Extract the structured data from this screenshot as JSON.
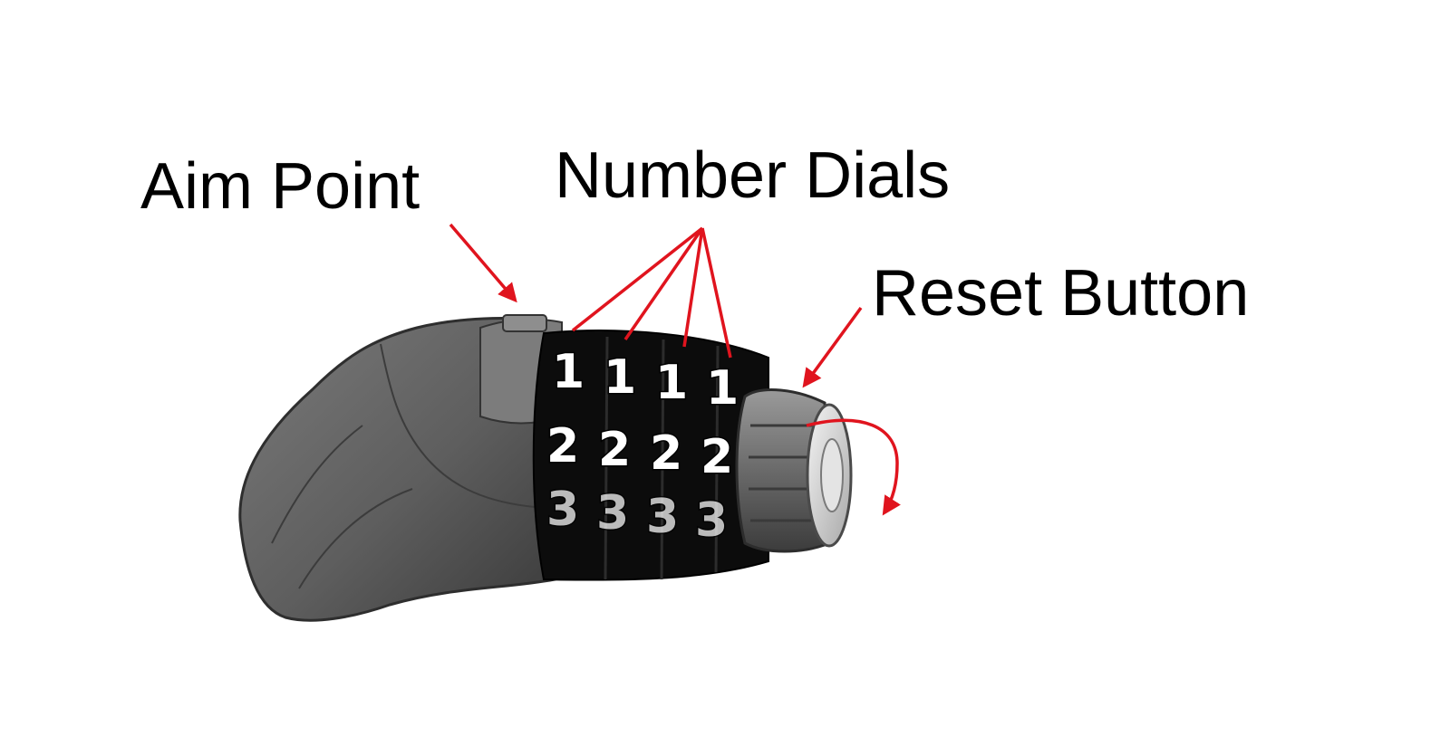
{
  "labels": {
    "aim_point": "Aim Point",
    "number_dials": "Number Dials",
    "reset_button": "Reset Button"
  },
  "dials": [
    {
      "top": "1",
      "middle": "2",
      "bottom": "3"
    },
    {
      "top": "1",
      "middle": "2",
      "bottom": "3"
    },
    {
      "top": "1",
      "middle": "2",
      "bottom": "3"
    },
    {
      "top": "1",
      "middle": "2",
      "bottom": "3"
    }
  ],
  "colors": {
    "arrow": "#e0141e",
    "dial_band": "#0c0c0c",
    "body": "#6b6b6b",
    "text": "#000000"
  }
}
